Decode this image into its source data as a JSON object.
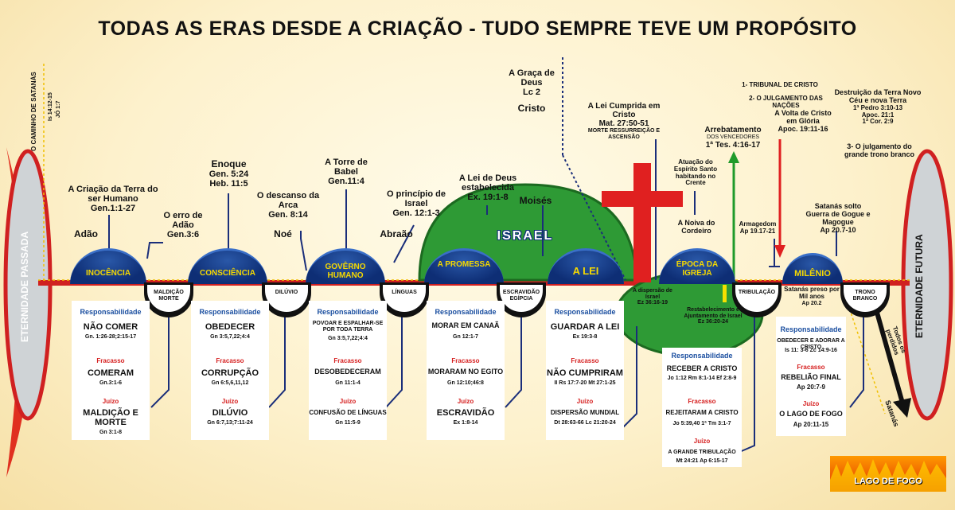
{
  "title": "TODAS AS ERAS DESDE A CRIAÇÃO - TUDO SEMPRE TEVE UM PROPÓSITO",
  "left_label": "ETERNIDADE PASSADA",
  "right_label": "ETERNIDADE FUTURA",
  "caminho": "O CAMINHO DE SATANÁS",
  "caminho_ref1": "Is 14:12-15",
  "caminho_ref2": "JÓ 1:7",
  "eras": [
    {
      "name": "INOCÊNCIA"
    },
    {
      "name": "CONSCIÊNCIA"
    },
    {
      "name": "GOVÊRNO HUMANO"
    },
    {
      "name": "A PROMESSA"
    },
    {
      "name": "A LEI"
    },
    {
      "name": "ÉPOCA DA IGREJA"
    },
    {
      "name": "MILÊNIO"
    }
  ],
  "israel": "ISRAEL",
  "judgments": [
    "MALDIÇÃO MORTE",
    "DILÚVIO",
    "LÍNGUAS",
    "ESCRAVIDÃO EGÍPCIA",
    "TRIBULAÇÃO",
    "TRONO BRANCO"
  ],
  "top": {
    "criacao": "A Criação da Terra do ser Humano",
    "criacao_ref": "Gen.1:1-27",
    "adao": "Adão",
    "erro": "O erro de Adão",
    "erro_ref": "Gen.3:6",
    "enoque": "Enoque",
    "enoque_ref1": "Gen. 5:24",
    "enoque_ref2": "Heb. 11:5",
    "descanso": "O descanso da Arca",
    "descanso_ref": "Gen. 8:14",
    "noe": "Noé",
    "torre": "A Torre de Babel",
    "torre_ref": "Gen.11:4",
    "principio": "O princípio de Israel",
    "principio_ref": "Gen. 12:1-3",
    "abraao": "Abraão",
    "lei_deus": "A Lei de Deus estabelecida",
    "lei_deus_ref": "Ex. 19:1-8",
    "moises": "Moisés",
    "graca": "A Graça de Deus",
    "graca_ref": "Lc 2",
    "cristo": "Cristo",
    "lei_cumprida": "A Lei Cumprida em Cristo",
    "lei_cumprida_ref": "Mat. 27:50-51",
    "morte_ress": "MORTE RESSURREIÇÃO E ASCENSÃO",
    "atuacao": "Atuação do Espírito Santo habitando no Crente",
    "noiva": "A Noiva do Cordeiro",
    "arrebatamento": "Arrebatamento",
    "vencedores": "DOS VENCEDORES",
    "arrebatamento_ref": "1ª Tes. 4:16-17",
    "tribunal": "1- TRIBUNAL DE CRISTO",
    "julgamento_nacoes": "2- O JULGAMENTO DAS NAÇÕES",
    "volta": "A Volta de Cristo em Glória",
    "volta_ref": "Apoc. 19:11-16",
    "armagedom": "Armagedom",
    "armagedom_ref": "Ap 19.17-21",
    "destruicao": "Destruição da Terra Novo Céu e nova Terra",
    "destruicao_ref1": "1ª Pedro 3:10-13",
    "destruicao_ref2": "Apoc. 21:1",
    "destruicao_ref3": "1ª Cor. 2:9",
    "julgamento_grande": "3- O julgamento do grande trono branco",
    "satanas_solto": "Satanás solto Guerra de Gogue e Magogue",
    "satanas_solto_ref": "Ap 20.7-10",
    "dispersao": "A dispersão de Israel",
    "dispersao_ref": "Ez 36:16-19",
    "restabelecimento": "Restabelecimento e Ajuntamento de Israel",
    "restabelecimento_ref": "Ez 36:20-24",
    "satanas_preso": "Satanás preso por Mil anos",
    "satanas_preso_ref": "Ap 20.2",
    "todos_perdidos": "Todos os perdidos",
    "satanas": "Satanás",
    "lago": "LAGO DE FOGO"
  },
  "panel_labels": {
    "resp": "Responsabilidade",
    "fracasso": "Fracasso",
    "juizo": "Juízo"
  },
  "panels": [
    {
      "r": "NÃO COMER",
      "r_ref": "Gn. 1:26-28;2:15-17",
      "f": "COMERAM",
      "f_ref": "Gn.3:1-6",
      "j": "MALDIÇÃO E MORTE",
      "j_ref": "Gn 3:1-8"
    },
    {
      "r": "OBEDECER",
      "r_ref": "Gn 3:5,7,22;4:4",
      "f": "CORRUPÇÃO",
      "f_ref": "Gn 6:5,6,11,12",
      "j": "DILÚVIO",
      "j_ref": "Gn 6:7,13;7:11-24"
    },
    {
      "r": "POVOAR E ESPALHAR-SE POR TODA TERRA",
      "r_ref": "Gn 3:5,7,22;4:4",
      "f": "DESOBEDECERAM",
      "f_ref": "Gn 11:1-4",
      "j": "CONFUSÃO DE LÍNGUAS",
      "j_ref": "Gn 11:5-9"
    },
    {
      "r": "MORAR EM CANAÃ",
      "r_ref": "Gn 12:1-7",
      "f": "MORARAM NO EGITO",
      "f_ref": "Gn 12:10;46:8",
      "j": "ESCRAVIDÃO",
      "j_ref": "Ex 1:8-14"
    },
    {
      "r": "GUARDAR A LEI",
      "r_ref": "Ex 19:3-8",
      "f": "NÃO CUMPRIRAM",
      "f_ref": "II Rs 17:7-20 Mt 27:1-25",
      "j": "DISPERSÃO MUNDIAL",
      "j_ref": "Dt 28:63-66 Lc 21:20-24"
    },
    {
      "r": "RECEBER A CRISTO",
      "r_ref": "Jo 1:12 Rm 8:1-14 Ef 2:8-9",
      "f": "REJEITARAM A CRISTO",
      "f_ref": "Jo 5:39,40 1ª Tm 3:1-7",
      "j": "A GRANDE TRIBULAÇÃO",
      "j_ref": "Mt 24:21 Ap 6:15-17"
    },
    {
      "r": "OBEDECER E ADORAR A CRISTO",
      "r_ref": "Is 11: 3-6 Zc 14:9-16",
      "f": "REBELIÃO FINAL",
      "f_ref": "Ap 20:7-9",
      "j": "O LAGO DE FOGO",
      "j_ref": "Ap 20:11-15"
    }
  ]
}
